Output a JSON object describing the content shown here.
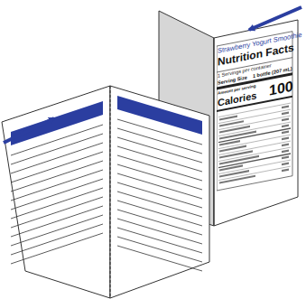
{
  "diagram": {
    "labels": [
      "Strawberry Yogurt Smoothie",
      "Nutrition Facts",
      "1 Servings per container",
      "Serving Size",
      "1 bottle (207 mL)",
      "Amount per serving",
      "Calories",
      "100"
    ]
  }
}
